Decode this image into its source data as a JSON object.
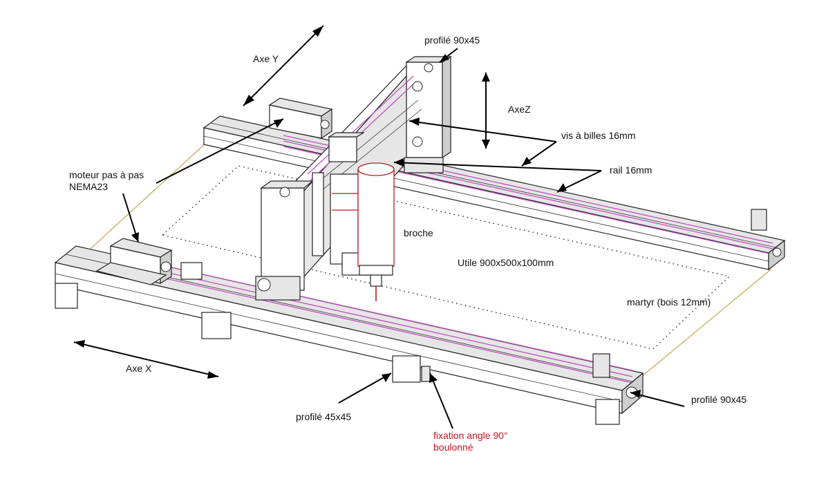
{
  "diagram": {
    "labels": {
      "axe_y": "Axe Y",
      "profile_top": "profilé 90x45",
      "axe_z": "AxeZ",
      "ballscrew": "vis à billes 16mm",
      "rail": "rail 16mm",
      "motor_line1": "moteur pas à pas",
      "motor_line2": "NEMA23",
      "spindle": "broche",
      "useful": "Utile 900x500x100mm",
      "martyr": "martyr (bois 12mm)",
      "axe_x": "Axe X",
      "profile_right": "profilé 90x45",
      "profile_bottom": "profilé 45x45",
      "fixation_line1": "fixation angle 90°",
      "fixation_line2": "boulonné"
    },
    "colors": {
      "text": "#111111",
      "fixation_text": "#c8141e",
      "rail_lines": "#c04fc0",
      "board_edge": "#c9a44a",
      "spindle_outline": "#c8141e",
      "profile_fill": "#e6e6e6"
    }
  }
}
